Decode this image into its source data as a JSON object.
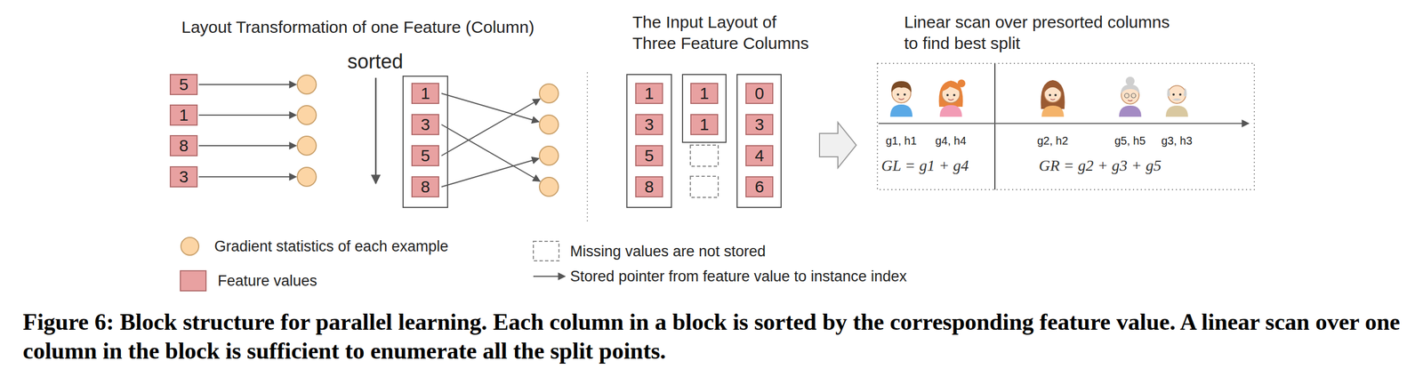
{
  "diagram": {
    "caption": "Figure 6: Block structure for parallel learning. Each column in a block is sorted by the corresponding feature value. A linear scan over one column in the block is sufficient to enumerate all the split points.",
    "nodes": [
      {
        "text": [
          "5"
        ]
      },
      {
        "text": [
          "1"
        ]
      },
      {
        "text": [
          "8"
        ]
      },
      {
        "text": [
          "3"
        ]
      },
      {
        "text": [
          "1"
        ]
      },
      {
        "text": [
          "3"
        ]
      },
      {
        "text": [
          "5"
        ]
      },
      {
        "text": [
          "8"
        ]
      },
      {
        "text": [
          "1"
        ]
      },
      {
        "text": [
          "3"
        ]
      },
      {
        "text": [
          "5"
        ]
      },
      {
        "text": [
          "8"
        ]
      },
      {
        "text": [
          "1"
        ]
      },
      {
        "text": [
          "1"
        ]
      },
      {
        "text": [
          "0"
        ]
      },
      {
        "text": [
          "3"
        ]
      },
      {
        "text": [
          "4"
        ]
      },
      {
        "text": [
          "6"
        ]
      }
    ],
    "labels": [
      "Layout Transformation of one Feature (Column)",
      "sorted",
      "The Input Layout of Three Feature Columns",
      "Linear scan over presorted columns to find best split",
      "g1, h1",
      "g4, h4",
      "g2, h2",
      "g5, h5",
      "g3, h3",
      "GL = g1 + g4",
      "GR = g2 + g3 + g5"
    ],
    "legend": [
      {
        "text": "Gradient statistics of each example",
        "color": "#fcd5a5"
      },
      {
        "text": "Feature values",
        "color": "#e8a1a1"
      },
      {
        "text": "Missing values are not stored"
      },
      {
        "text": "Stored pointer from feature value to instance index"
      }
    ]
  }
}
